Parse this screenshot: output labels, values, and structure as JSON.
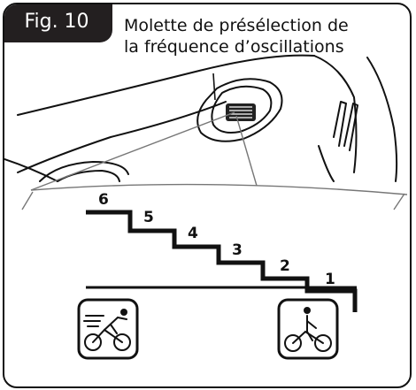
{
  "figure": {
    "label": "Fig. 10",
    "caption_line1": "Molette de présélection de",
    "caption_line2": "la fréquence d’oscillations"
  },
  "stairs": {
    "levels": [
      "6",
      "5",
      "4",
      "3",
      "2",
      "1"
    ]
  },
  "icons": {
    "left": "fast-cyclist-icon",
    "right": "slow-cyclist-icon"
  },
  "colors": {
    "ink": "#231f20",
    "tab_text": "#ffffff"
  }
}
